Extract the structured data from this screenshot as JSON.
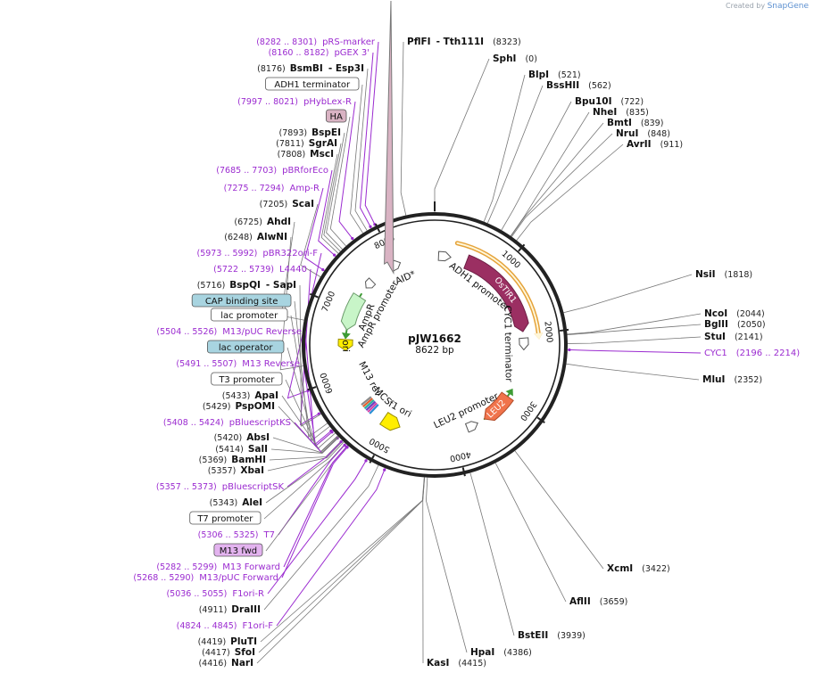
{
  "credit": {
    "prefix": "Created by",
    "brand": "SnapGene"
  },
  "plasmid": {
    "name": "pJW1662",
    "length": "8622 bp"
  },
  "ticks": [
    "1000",
    "2000",
    "3000",
    "4000",
    "5000",
    "6000",
    "7000",
    "8000"
  ],
  "features": [
    {
      "label": "OsTIR1",
      "color": "#9b2f62"
    },
    {
      "label": "LEU2",
      "color": "#f0734b"
    },
    {
      "label": "AmpR",
      "color": "#c8f5c8"
    },
    {
      "label": "ori",
      "color": "#ffee00"
    },
    {
      "label": "f1 ori",
      "color": "#ffee00"
    },
    {
      "label": "AmpR promoter",
      "color": "#ffffff"
    },
    {
      "label": "ADH1 promoter",
      "color": "#ffffff"
    },
    {
      "label": "CYC1 terminator",
      "color": "#ffffff"
    },
    {
      "label": "LEU2 promoter",
      "color": "#ffffff"
    },
    {
      "label": "AID*",
      "color": "#ffffff"
    },
    {
      "label": "M13 rev",
      "color": "#ffffff"
    },
    {
      "label": "MCS",
      "color": "#ffffff"
    }
  ],
  "labels_left": [
    {
      "pos": "(8282 .. 8301)",
      "name": "pRS-marker",
      "kind": "primer"
    },
    {
      "pos": "(8160 .. 8182)",
      "name": "pGEX 3'",
      "kind": "primer"
    },
    {
      "pos": "(8176)",
      "name": "BsmBI",
      "name2": "Esp3I",
      "kind": "enzyme"
    },
    {
      "name": "ADH1 terminator",
      "kind": "box",
      "fill": "#ffffff"
    },
    {
      "pos": "(7997 .. 8021)",
      "name": "pHybLex-R",
      "kind": "primer"
    },
    {
      "name": "HA",
      "kind": "box",
      "fill": "#d9b3c3"
    },
    {
      "pos": "(7893)",
      "name": "BspEI",
      "kind": "enzyme"
    },
    {
      "pos": "(7811)",
      "name": "SgrAI",
      "kind": "enzyme"
    },
    {
      "pos": "(7808)",
      "name": "MscI",
      "kind": "enzyme"
    },
    {
      "pos": "(7685 .. 7703)",
      "name": "pBRforEco",
      "kind": "primer"
    },
    {
      "pos": "(7275 .. 7294)",
      "name": "Amp-R",
      "kind": "primer"
    },
    {
      "pos": "(7205)",
      "name": "ScaI",
      "kind": "enzyme"
    },
    {
      "pos": "(6725)",
      "name": "AhdI",
      "kind": "enzyme"
    },
    {
      "pos": "(6248)",
      "name": "AlwNI",
      "kind": "enzyme"
    },
    {
      "pos": "(5973 .. 5992)",
      "name": "pBR322ori-F",
      "kind": "primer"
    },
    {
      "pos": "(5722 .. 5739)",
      "name": "L4440",
      "kind": "primer"
    },
    {
      "pos": "(5716)",
      "name": "BspQI",
      "name2": "SapI",
      "kind": "enzyme"
    },
    {
      "name": "CAP binding site",
      "kind": "box",
      "fill": "#a8d4e0"
    },
    {
      "name": "lac promoter",
      "kind": "box",
      "fill": "#ffffff"
    },
    {
      "pos": "(5504 .. 5526)",
      "name": "M13/pUC Reverse",
      "kind": "primer"
    },
    {
      "name": "lac operator",
      "kind": "box",
      "fill": "#a8d4e0"
    },
    {
      "pos": "(5491 .. 5507)",
      "name": "M13 Reverse",
      "kind": "primer"
    },
    {
      "name": "T3 promoter",
      "kind": "box",
      "fill": "#ffffff"
    },
    {
      "pos": "(5433)",
      "name": "ApaI",
      "kind": "enzyme"
    },
    {
      "pos": "(5429)",
      "name": "PspOMI",
      "kind": "enzyme"
    },
    {
      "pos": "(5408 .. 5424)",
      "name": "pBluescriptKS",
      "kind": "primer"
    },
    {
      "pos": "(5420)",
      "name": "AbsI",
      "kind": "enzyme"
    },
    {
      "pos": "(5414)",
      "name": "SalI",
      "kind": "enzyme"
    },
    {
      "pos": "(5369)",
      "name": "BamHI",
      "kind": "enzyme"
    },
    {
      "pos": "(5357)",
      "name": "XbaI",
      "kind": "enzyme"
    },
    {
      "pos": "(5357 .. 5373)",
      "name": "pBluescriptSK",
      "kind": "primer"
    },
    {
      "pos": "(5343)",
      "name": "AleI",
      "kind": "enzyme"
    },
    {
      "name": "T7 promoter",
      "kind": "box",
      "fill": "#ffffff"
    },
    {
      "pos": "(5306 .. 5325)",
      "name": "T7",
      "kind": "primer"
    },
    {
      "name": "M13 fwd",
      "kind": "box",
      "fill": "#e3b3ef"
    },
    {
      "pos": "(5282 .. 5299)",
      "name": "M13 Forward",
      "kind": "primer"
    },
    {
      "pos": "(5268 .. 5290)",
      "name": "M13/pUC Forward",
      "kind": "primer"
    },
    {
      "pos": "(5036 .. 5055)",
      "name": "F1ori-R",
      "kind": "primer"
    },
    {
      "pos": "(4911)",
      "name": "DraIII",
      "kind": "enzyme"
    },
    {
      "pos": "(4824 .. 4845)",
      "name": "F1ori-F",
      "kind": "primer"
    },
    {
      "pos": "(4419)",
      "name": "PluTI",
      "kind": "enzyme"
    },
    {
      "pos": "(4417)",
      "name": "SfoI",
      "kind": "enzyme"
    },
    {
      "pos": "(4416)",
      "name": "NarI",
      "kind": "enzyme"
    }
  ],
  "labels_right": [
    {
      "name": "PflFI",
      "name2": "Tth111I",
      "pos": "(8323)",
      "kind": "enzyme"
    },
    {
      "name": "SphI",
      "pos": "(0)",
      "kind": "enzyme"
    },
    {
      "name": "BlpI",
      "pos": "(521)",
      "kind": "enzyme"
    },
    {
      "name": "BssHII",
      "pos": "(562)",
      "kind": "enzyme"
    },
    {
      "name": "Bpu10I",
      "pos": "(722)",
      "kind": "enzyme"
    },
    {
      "name": "NheI",
      "pos": "(835)",
      "kind": "enzyme"
    },
    {
      "name": "BmtI",
      "pos": "(839)",
      "kind": "enzyme"
    },
    {
      "name": "NruI",
      "pos": "(848)",
      "kind": "enzyme"
    },
    {
      "name": "AvrII",
      "pos": "(911)",
      "kind": "enzyme"
    },
    {
      "name": "NsiI",
      "pos": "(1818)",
      "kind": "enzyme"
    },
    {
      "name": "NcoI",
      "pos": "(2044)",
      "kind": "enzyme"
    },
    {
      "name": "BglII",
      "pos": "(2050)",
      "kind": "enzyme"
    },
    {
      "name": "StuI",
      "pos": "(2141)",
      "kind": "enzyme"
    },
    {
      "name": "CYC1",
      "pos": "(2196 .. 2214)",
      "kind": "primer"
    },
    {
      "name": "MluI",
      "pos": "(2352)",
      "kind": "enzyme"
    },
    {
      "name": "XcmI",
      "pos": "(3422)",
      "kind": "enzyme"
    },
    {
      "name": "AflII",
      "pos": "(3659)",
      "kind": "enzyme"
    },
    {
      "name": "BstEII",
      "pos": "(3939)",
      "kind": "enzyme"
    },
    {
      "name": "HpaI",
      "pos": "(4386)",
      "kind": "enzyme"
    },
    {
      "name": "KasI",
      "pos": "(4415)",
      "kind": "enzyme"
    }
  ],
  "colors": {
    "backbone": "#222222",
    "primer": "#9b2bd0",
    "line": "#777777",
    "orange_arc": "#e5a33a",
    "green_arc": "#3d9b34"
  }
}
